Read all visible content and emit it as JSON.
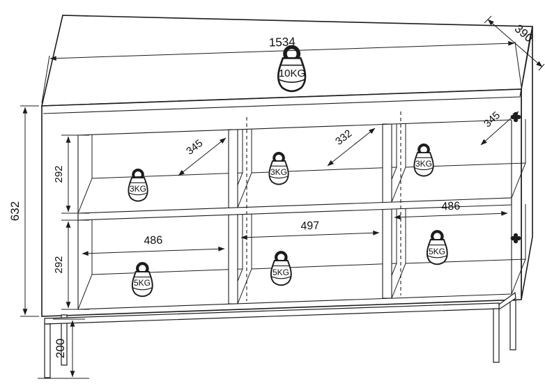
{
  "labels": {
    "width_total": "1534",
    "depth_total": "390",
    "height_body": "632",
    "height_legs": "200",
    "inner_height_upper": "292",
    "inner_height_lower": "292",
    "inner_depth_left": "345",
    "inner_depth_middle": "332",
    "inner_depth_right": "345",
    "inner_width_left": "486",
    "inner_width_middle": "497",
    "inner_width_right": "486",
    "load_top": "10KG",
    "load_upper_left": "3KG",
    "load_upper_middle": "3KG",
    "load_upper_right": "3KG",
    "load_lower_left": "5KG",
    "load_lower_middle": "5KG",
    "load_lower_right": "5KG"
  },
  "colors": {
    "line": "#1c1c1c",
    "background": "#ffffff"
  }
}
